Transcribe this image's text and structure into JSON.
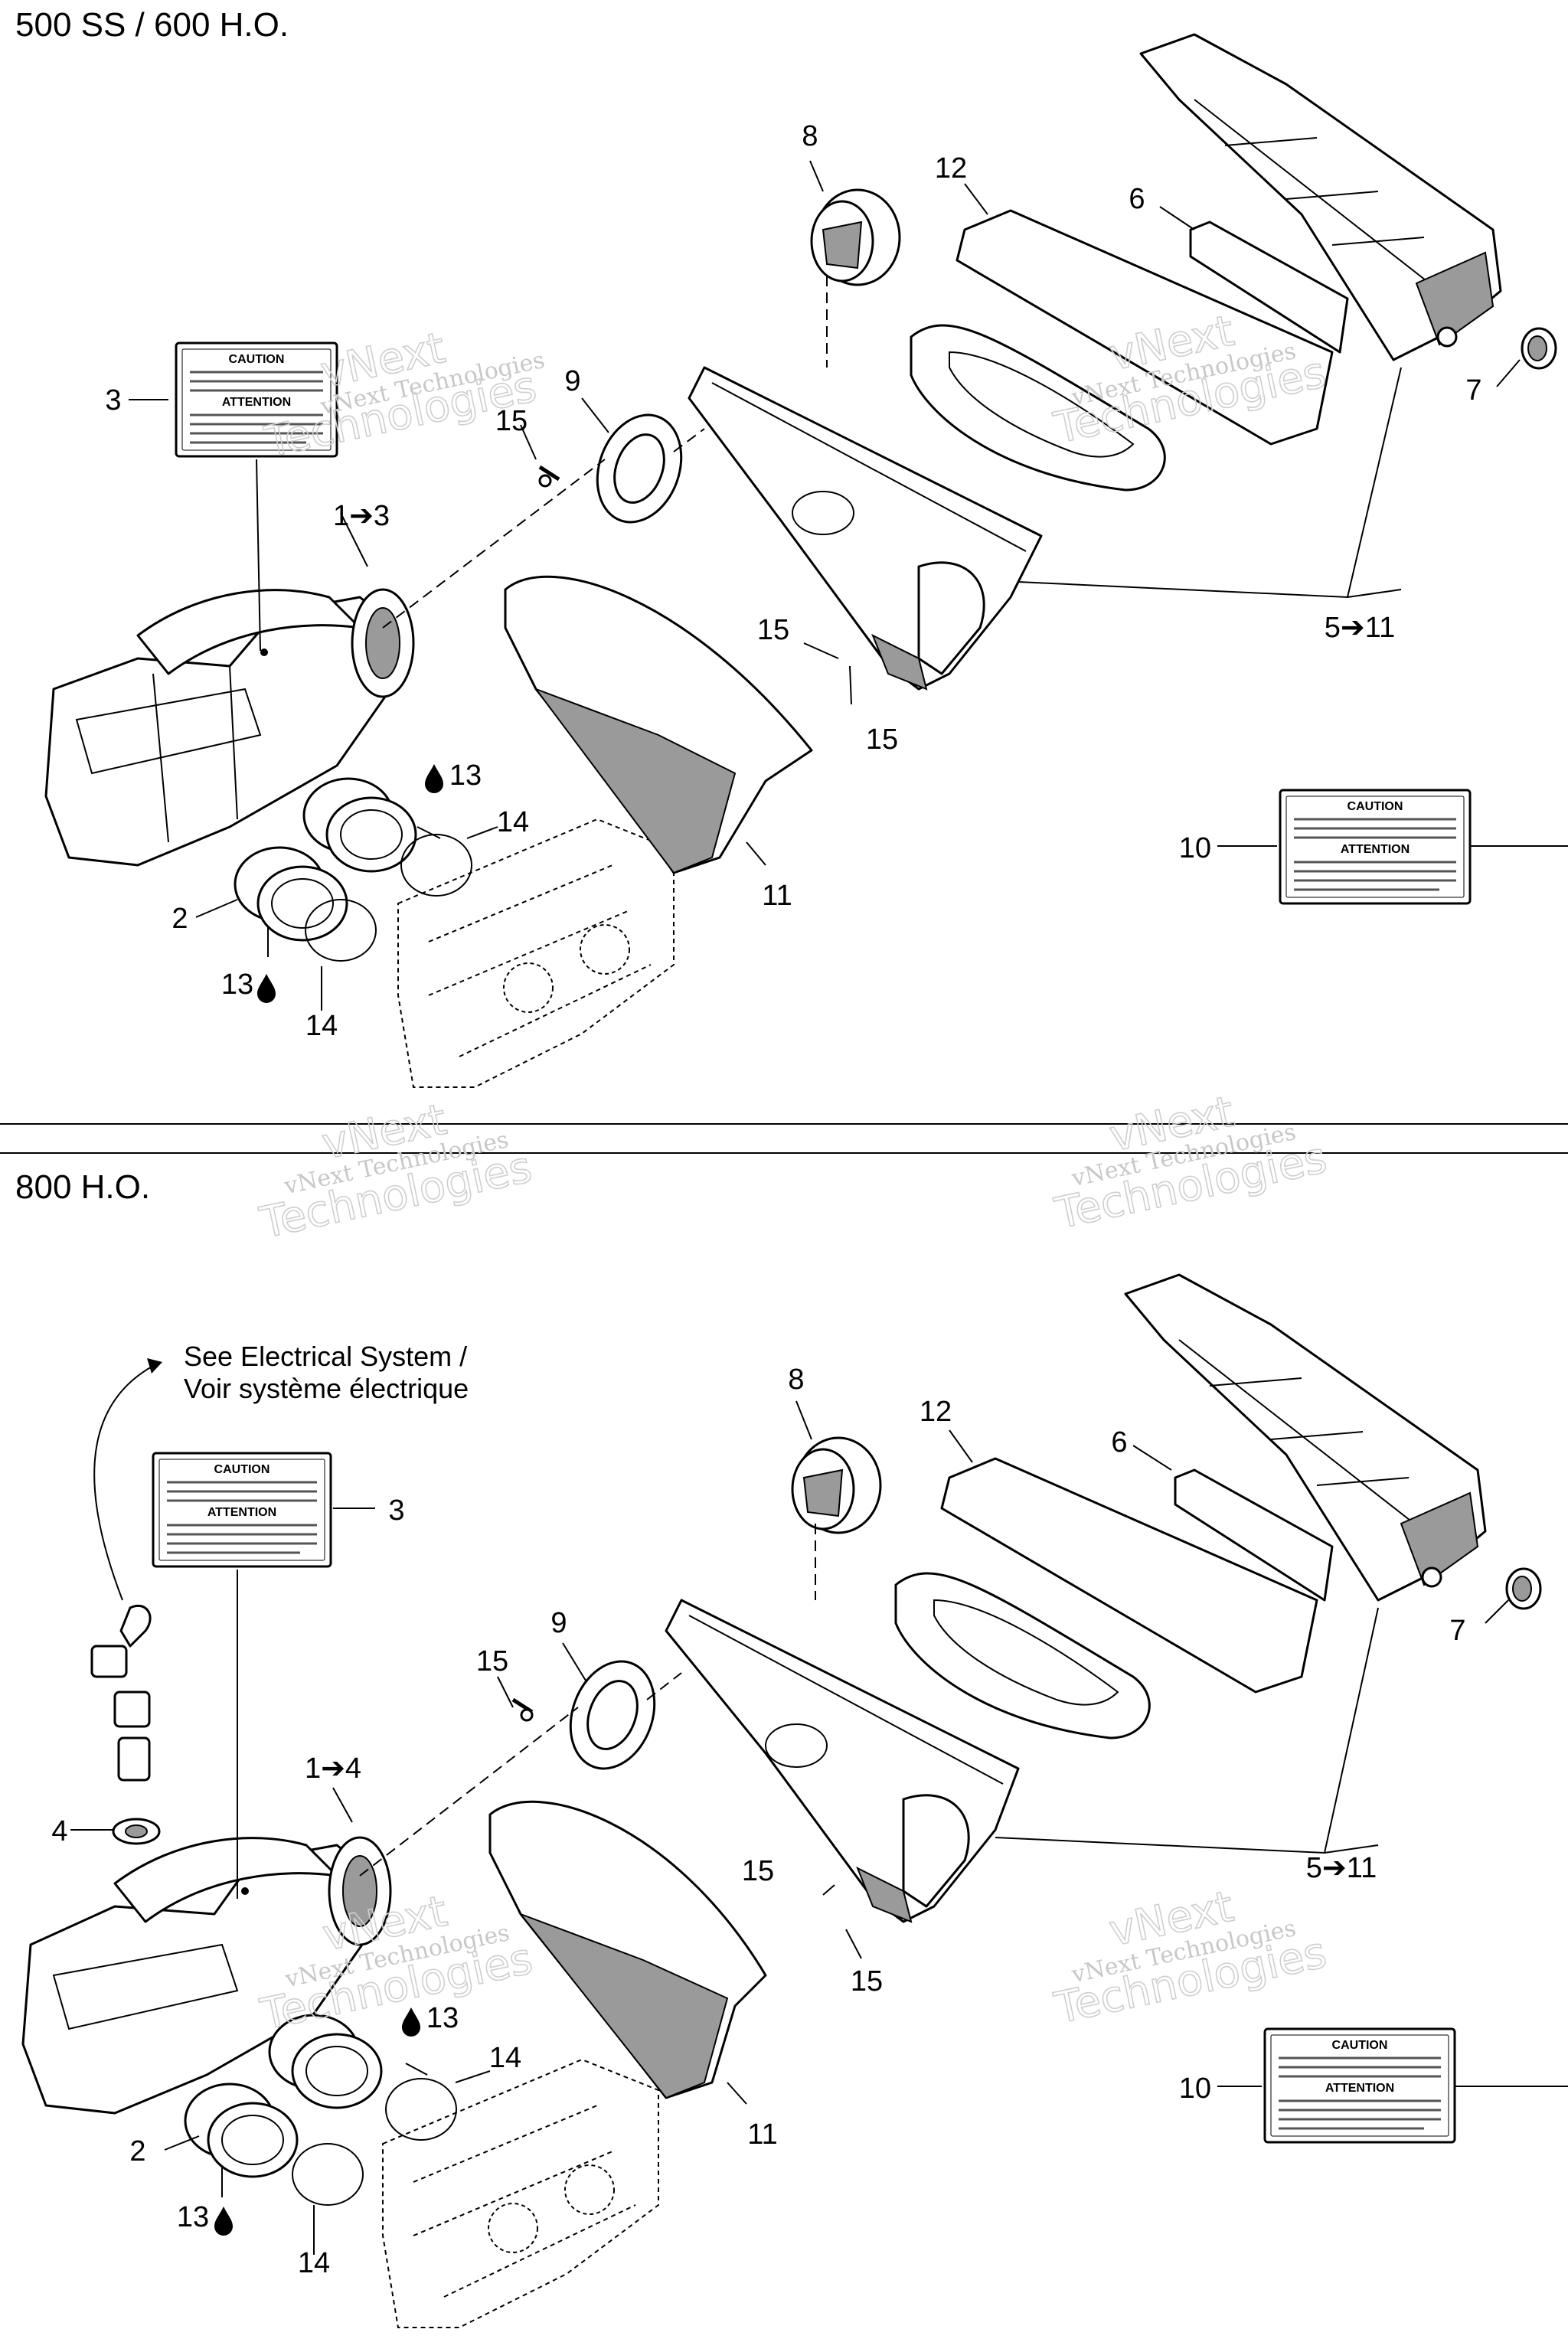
{
  "sections": [
    {
      "title": "500 SS / 600 H.O.",
      "callouts": [
        "8",
        "12",
        "6",
        "3",
        "9",
        "15",
        "1➔3",
        "15",
        "5➔11",
        "15",
        "13",
        "14",
        "7",
        "11",
        "10",
        "2",
        "13",
        "14"
      ]
    },
    {
      "title": "800 H.O.",
      "note_line1": "See Electrical System /",
      "note_line2": "Voir système électrique",
      "callouts": [
        "8",
        "12",
        "6",
        "3",
        "9",
        "15",
        "1➔4",
        "4",
        "15",
        "5➔11",
        "15",
        "13",
        "14",
        "7",
        "11",
        "10",
        "2",
        "13",
        "14"
      ]
    }
  ],
  "label": {
    "caution": "CAUTION",
    "attention": "ATTENTION"
  },
  "watermark": {
    "small": "vNext Technologies",
    "big_line1": "vNext",
    "big_line2": "Technologies"
  }
}
